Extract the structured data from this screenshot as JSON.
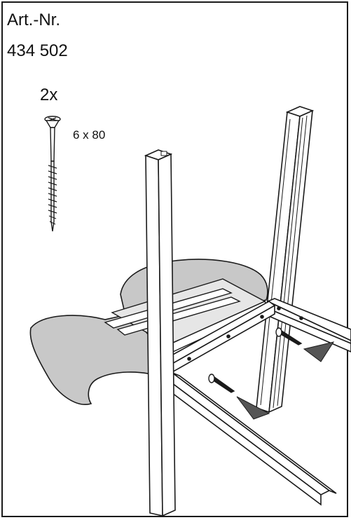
{
  "header": {
    "art_label": "Art.-Nr.",
    "art_number": "434 502"
  },
  "hardware": {
    "quantity": "2x",
    "size": "6 x 80",
    "icon": "screw-icon"
  },
  "colors": {
    "outline": "#1a1a1a",
    "panel_fill": "#c8c8c8",
    "arrow_fill": "#555555",
    "background": "#ffffff"
  }
}
